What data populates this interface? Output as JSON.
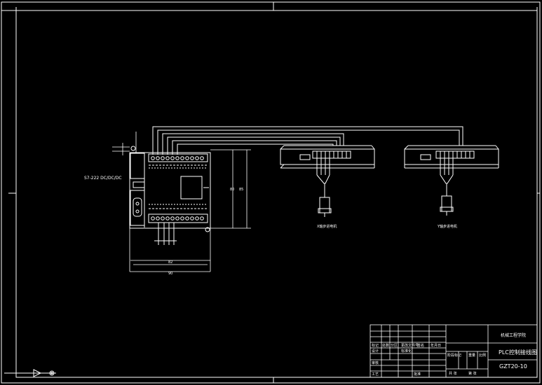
{
  "colors": {
    "background": "#000000",
    "lines": "#ffffff"
  },
  "plc": {
    "model_label": "S7-222 DC/DC/DC",
    "dim_bottom_inner": "82",
    "dim_bottom_outer": "90",
    "dim_side_inner": "80",
    "dim_side_outer": "85"
  },
  "drivers": [
    {
      "motor_label": "X轴步进电机"
    },
    {
      "motor_label": "Y轴步进电机"
    }
  ],
  "title_block": {
    "drawing_title": "PLC控制接线图",
    "drawing_number": "GZT20-10",
    "school": "机械工程学院",
    "grid_labels": [
      "标记",
      "处数",
      "分区",
      "更改文件号",
      "签名",
      "年月日",
      "设计",
      "标准化",
      "阶段标记",
      "重量",
      "比例",
      "审核",
      "工艺",
      "批准",
      "共 张",
      "第 张"
    ]
  }
}
